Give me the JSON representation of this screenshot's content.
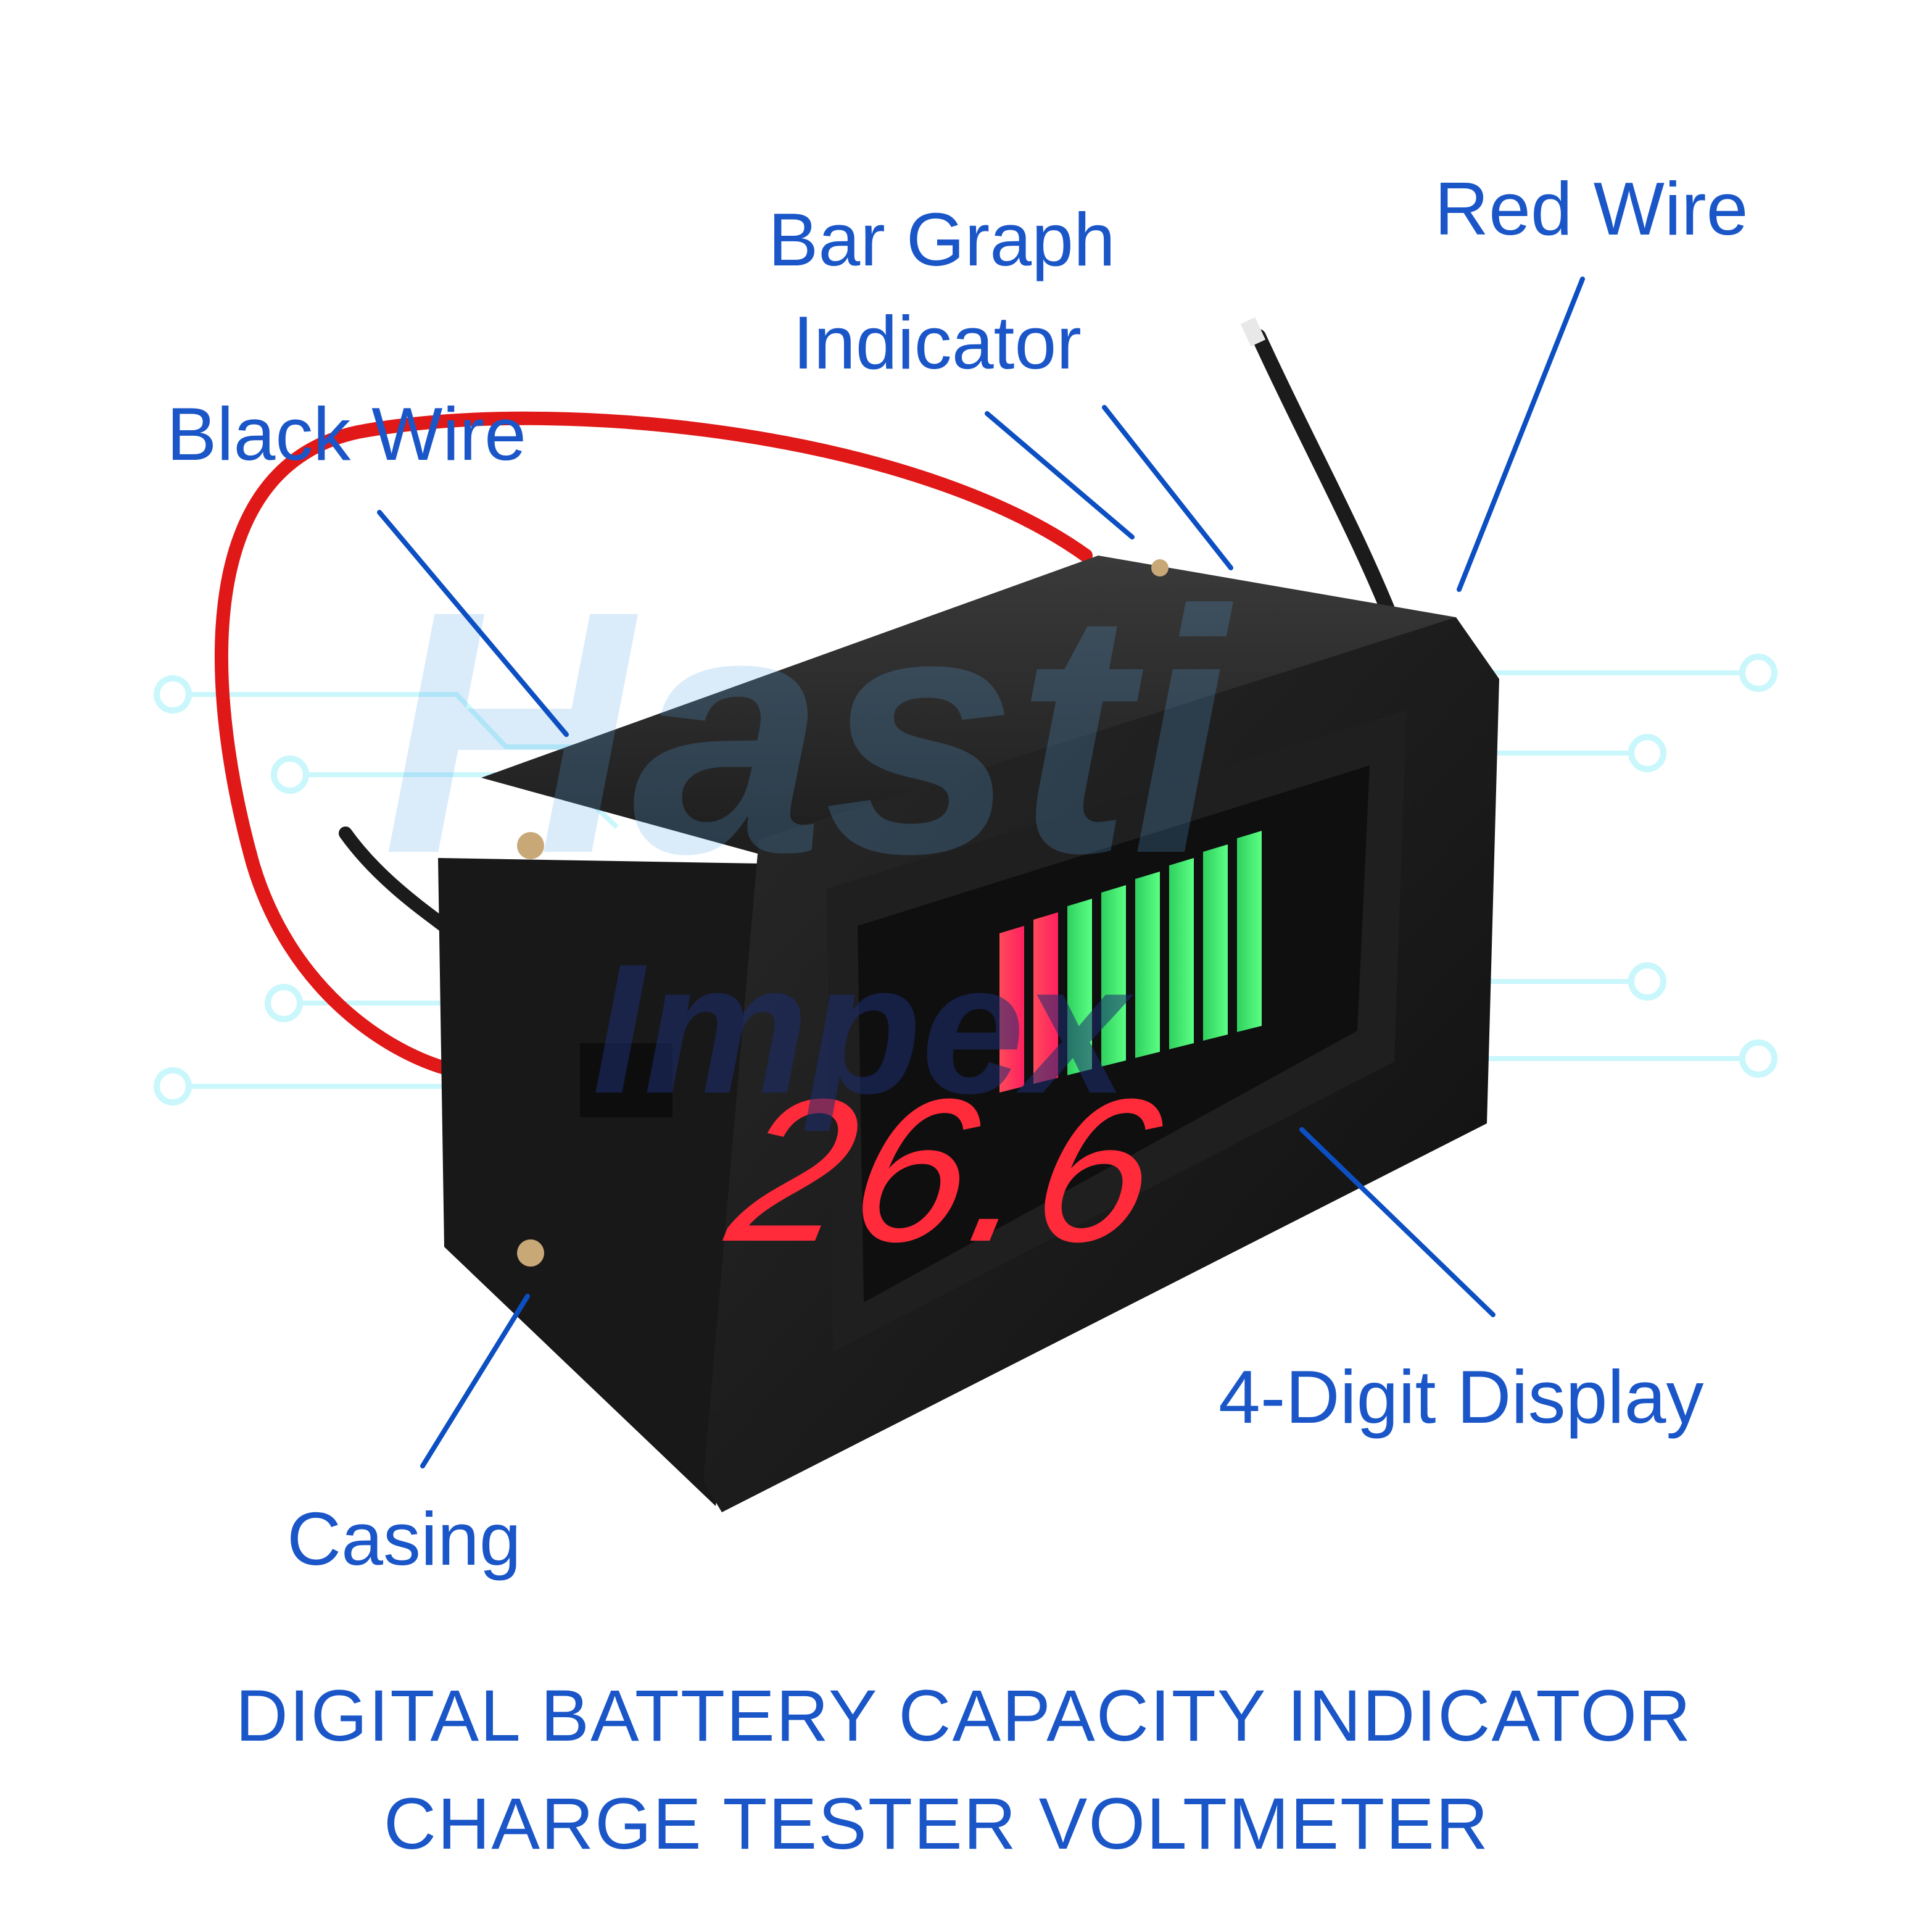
{
  "callouts": {
    "red_wire": "Red Wire",
    "bar_graph_line1": "Bar Graph",
    "bar_graph_line2": "Indicator",
    "black_wire": "Black Wire",
    "four_digit_display": "4-Digit Display",
    "casing": "Casing"
  },
  "title": {
    "line1": "DIGITAL BATTERY CAPACITY INDICATOR",
    "line2": "CHARGE TESTER VOLTMETER"
  },
  "device": {
    "display_reading": "26.6",
    "bar_segments_total": 8,
    "bar_segments_red": 2,
    "bar_segments_green": 6
  },
  "watermark": {
    "line1": "Hasti",
    "line2": "Impex"
  },
  "colors": {
    "label_blue": "#1a56c8",
    "leader_blue": "#0c4fc2",
    "casing_black": "#141414",
    "led_red": "#ff2a3a",
    "led_green": "#36e36a",
    "wire_red": "#e01818",
    "wire_black": "#1b1b1b",
    "circuit_cyan": "#c9f7fb"
  }
}
